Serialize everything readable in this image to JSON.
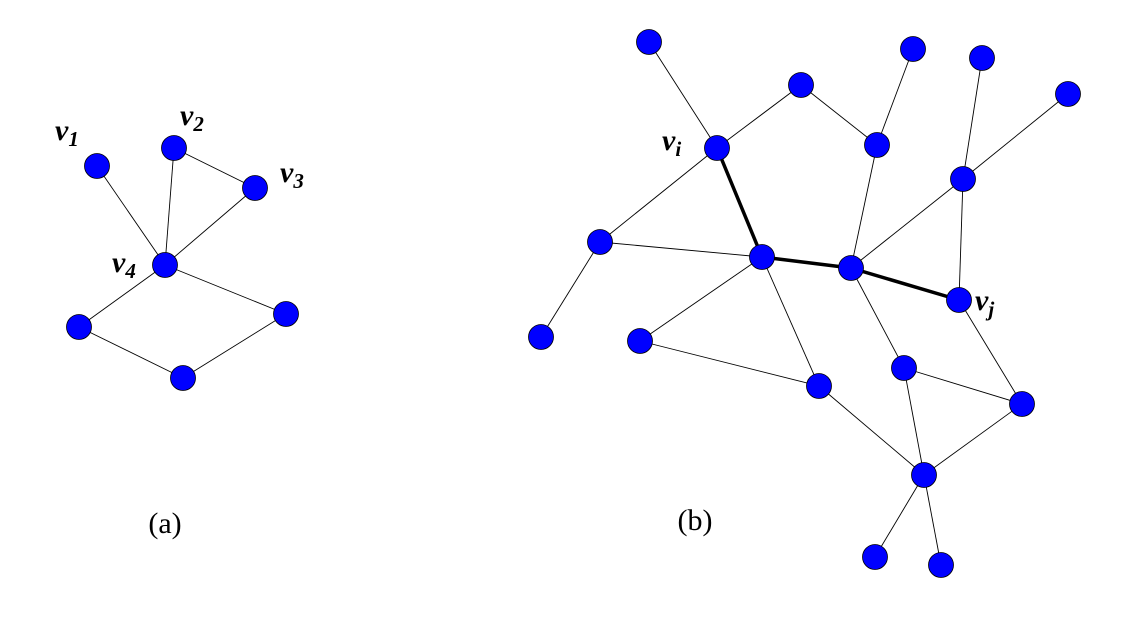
{
  "colors": {
    "node": "#0000ff",
    "edge": "#000000"
  },
  "panels": [
    {
      "id": "a",
      "caption": "(a)",
      "nodes": [
        {
          "id": "v1",
          "label": "v",
          "sub": "1"
        },
        {
          "id": "v2",
          "label": "v",
          "sub": "2"
        },
        {
          "id": "v3",
          "label": "v",
          "sub": "3"
        },
        {
          "id": "v4",
          "label": "v",
          "sub": "4"
        },
        {
          "id": "a5"
        },
        {
          "id": "a6"
        },
        {
          "id": "a7"
        }
      ],
      "edges": [
        [
          "v1",
          "v4"
        ],
        [
          "v2",
          "v4"
        ],
        [
          "v2",
          "v3"
        ],
        [
          "v3",
          "v4"
        ],
        [
          "v4",
          "a5"
        ],
        [
          "v4",
          "a6"
        ],
        [
          "a5",
          "a7"
        ],
        [
          "a7",
          "a6"
        ]
      ]
    },
    {
      "id": "b",
      "caption": "(b)",
      "nodes": [
        {
          "id": "A"
        },
        {
          "id": "B"
        },
        {
          "id": "C"
        },
        {
          "id": "D"
        },
        {
          "id": "E"
        },
        {
          "id": "vi",
          "label": "v",
          "sub": "i"
        },
        {
          "id": "F"
        },
        {
          "id": "G"
        },
        {
          "id": "H"
        },
        {
          "id": "I"
        },
        {
          "id": "J"
        },
        {
          "id": "vj",
          "label": "v",
          "sub": "j"
        },
        {
          "id": "K"
        },
        {
          "id": "L"
        },
        {
          "id": "M"
        },
        {
          "id": "N"
        },
        {
          "id": "O"
        },
        {
          "id": "P"
        },
        {
          "id": "Q"
        },
        {
          "id": "R"
        }
      ],
      "edges": [
        [
          "A",
          "vi"
        ],
        [
          "vi",
          "B"
        ],
        [
          "B",
          "F"
        ],
        [
          "F",
          "C"
        ],
        [
          "vi",
          "H"
        ],
        [
          "H",
          "K"
        ],
        [
          "H",
          "I"
        ],
        [
          "F",
          "J"
        ],
        [
          "J",
          "G"
        ],
        [
          "G",
          "D"
        ],
        [
          "G",
          "E"
        ],
        [
          "G",
          "vj"
        ],
        [
          "I",
          "L"
        ],
        [
          "I",
          "M"
        ],
        [
          "L",
          "M"
        ],
        [
          "M",
          "P"
        ],
        [
          "J",
          "N"
        ],
        [
          "N",
          "O"
        ],
        [
          "N",
          "P"
        ],
        [
          "vj",
          "O"
        ],
        [
          "O",
          "P"
        ],
        [
          "P",
          "Q"
        ],
        [
          "P",
          "R"
        ]
      ],
      "highlighted_path": [
        [
          "vi",
          "I"
        ],
        [
          "I",
          "J"
        ],
        [
          "J",
          "vj"
        ]
      ]
    }
  ]
}
